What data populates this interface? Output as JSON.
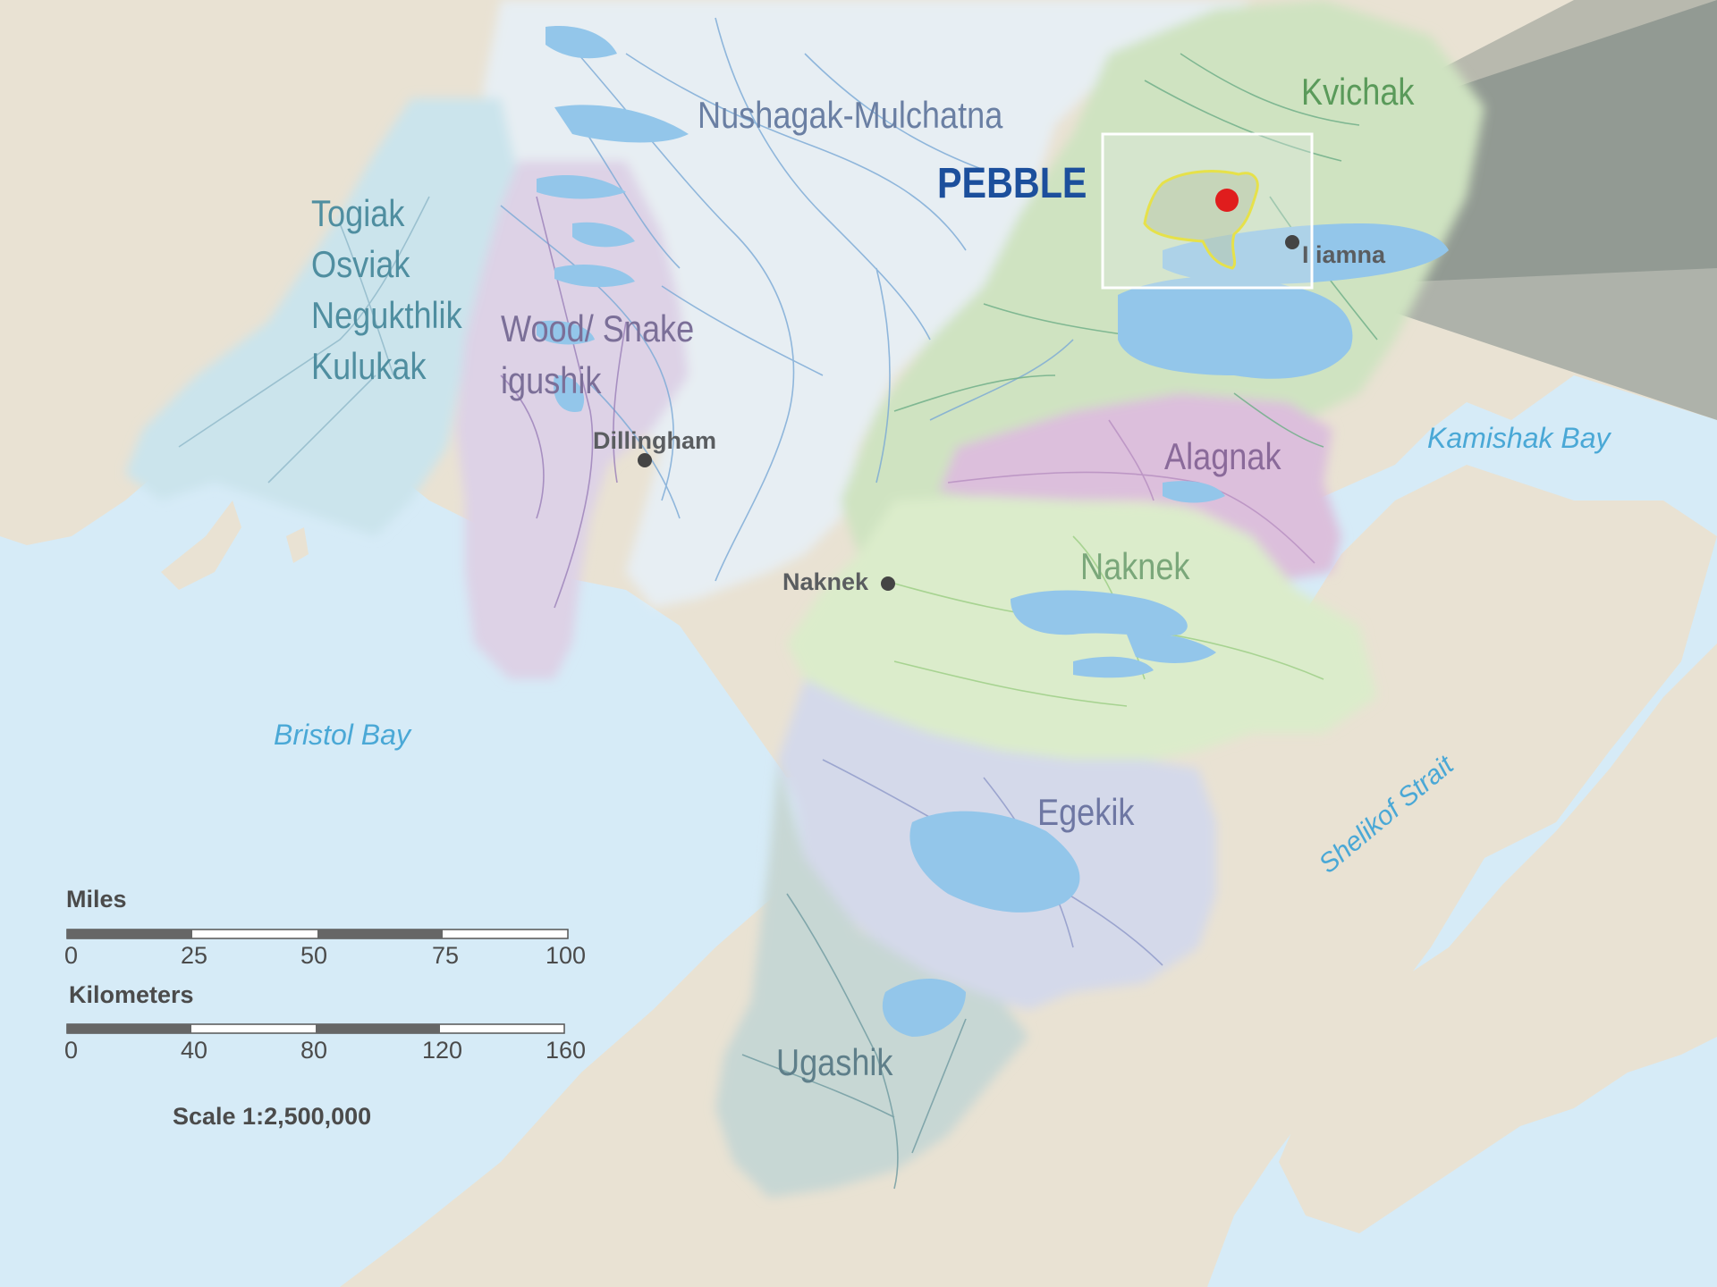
{
  "title": "PEBBLE",
  "colors": {
    "land": "#e9e2d3",
    "sea": "#d6ebf7",
    "lake": "#93c6ea",
    "nushagak": "#e7eef3",
    "togiak": "#cbe4ec",
    "wood": "#ddd2e6",
    "kvichak": "#cfe3c1",
    "alagnak": "#dcbfdc",
    "naknek": "#dbeccb",
    "egegik": "#d4d9ea",
    "ugashik": "#c7d7d4",
    "pebble_blue": "#1c4f9c",
    "deposit_red": "#e01d1d",
    "claim_yellow": "#e6e14a"
  },
  "basins": {
    "nushagak": "Nushagak-Mulchatna",
    "kvichak": "Kvichak",
    "togiak": "Togiak",
    "osviak": "Osviak",
    "negukthlik": "Negukthlik",
    "kulukak": "Kulukak",
    "wood_snake": "Wood/ Snake",
    "igushik": "igushik",
    "alagnak": "Alagnak",
    "naknek": "Naknek",
    "egegik": "Egekik",
    "ugashik": "Ugashik"
  },
  "waters": {
    "bristol_bay": "Bristol Bay",
    "kamishak_bay": "Kamishak Bay",
    "shelikof_strait": "Shelikof Strait"
  },
  "towns": {
    "dillingham": "Dillingham",
    "naknek": "Naknek",
    "iliamna": "I iamna"
  },
  "scale": {
    "miles_title": "Miles",
    "miles_ticks": [
      "0",
      "25",
      "50",
      "75",
      "100"
    ],
    "km_title": "Kilometers",
    "km_ticks": [
      "0",
      "40",
      "80",
      "120",
      "160"
    ],
    "ratio": "Scale 1:2,500,000"
  }
}
